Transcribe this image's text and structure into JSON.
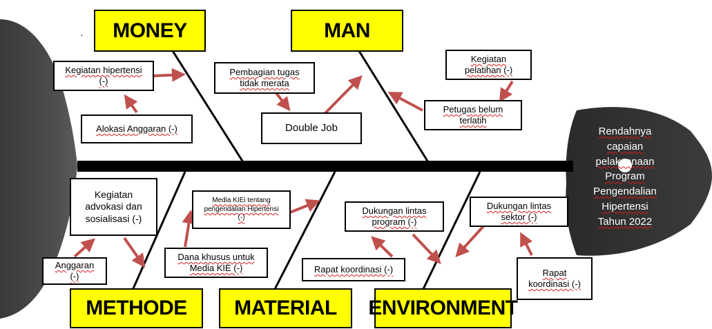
{
  "effect": {
    "text": "Rendahnya\ncapaian\npelaksanaan\nProgram\nPengendalian\nHipertensi\nTahun 2022"
  },
  "categories": {
    "money": "MONEY",
    "man": "MAN",
    "methode": "METHODE",
    "material": "MATERIAL",
    "environment": "ENVIRONMENT"
  },
  "causes": {
    "kegiatan_hipertensi": "Kegiatan hipertensi\n(-)",
    "alokasi_anggaran": "Alokasi Anggaran (-)",
    "pembagian_tugas": "Pembagian tugas\ntidak merata",
    "double_job": "Double Job",
    "kegiatan_pelatihan": "Kegiatan\npelatihan (-)",
    "petugas_belum_terlatih": "Petugas belum\nterlatih",
    "kegiatan_advokasi": "Kegiatan\nadvokasi dan\nsosialisasi (-)",
    "anggaran": "Anggaran\n(-)",
    "media_kie": "Media KIEi tentang\npengendalian Hipertensi\n(-)",
    "dana_khusus": "Dana khusus untuk\nMedia KIE (-)",
    "dukungan_lintas_program": "Dukungan lintas\nprogram (-)",
    "rapat_koordinasi_1": "Rapat koordinasi (-)",
    "dukungan_lintas_sektor": "Dukungan lintas\nsektor (-)",
    "rapat_koordinasi_2": "Rapat\nkoordinasi (-)"
  },
  "colors": {
    "category_fill": "#ffff00",
    "fish_fill": "#2e2e2e",
    "arrow": "#c0504d",
    "spine": "#000000"
  }
}
